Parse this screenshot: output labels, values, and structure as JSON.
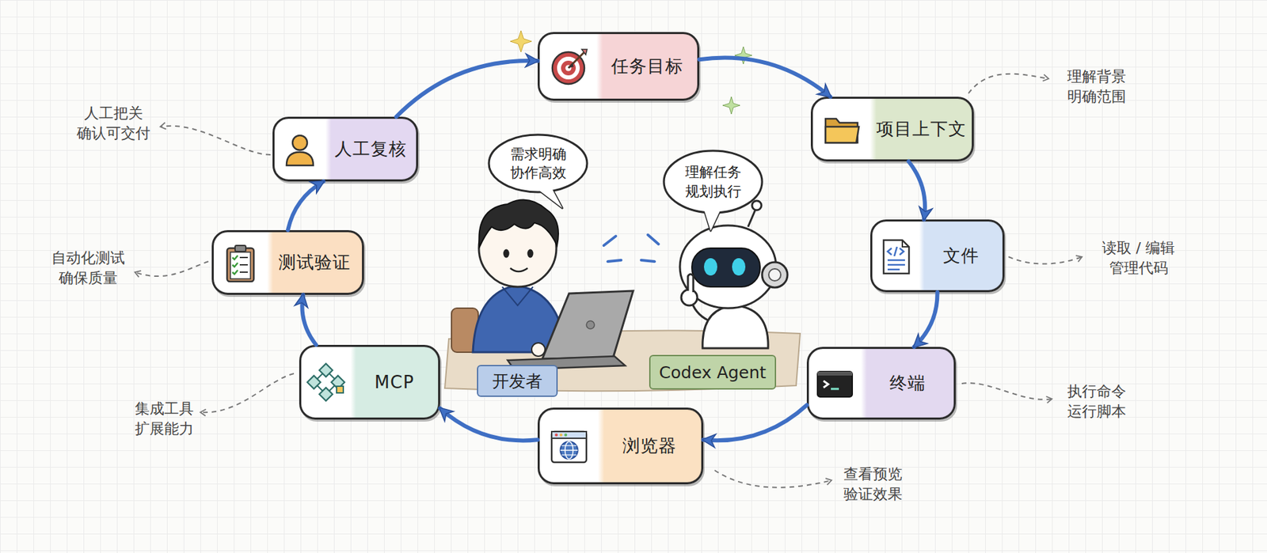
{
  "diagram": {
    "nodes": [
      {
        "text": [
          "任务目标"
        ]
      },
      {
        "text": [
          "项目上下文"
        ]
      },
      {
        "text": [
          "文件"
        ]
      },
      {
        "text": [
          "终端"
        ]
      },
      {
        "text": [
          "浏览器"
        ]
      },
      {
        "text": [
          "MCP"
        ]
      },
      {
        "text": [
          "测试验证"
        ]
      },
      {
        "text": [
          "人工复核"
        ]
      },
      {
        "text": [
          "需求明确 协作高效"
        ]
      },
      {
        "text": [
          "理解任务 规划执行"
        ]
      },
      {
        "text": [
          "开发者"
        ]
      },
      {
        "text": [
          "Codex Agent"
        ]
      }
    ],
    "edges": [
      {
        "from": 0,
        "to": 1,
        "arrow": "to"
      },
      {
        "from": 1,
        "to": 2,
        "arrow": "to"
      },
      {
        "from": 2,
        "to": 3,
        "arrow": "to"
      },
      {
        "from": 3,
        "to": 4,
        "arrow": "to"
      },
      {
        "from": 4,
        "to": 5,
        "arrow": "to"
      },
      {
        "from": 5,
        "to": 6,
        "arrow": "to"
      },
      {
        "from": 6,
        "to": 7,
        "arrow": "to"
      },
      {
        "from": 7,
        "to": 0,
        "arrow": "to"
      }
    ],
    "labels": [
      "理解背景 明确范围",
      "读取 / 编辑 管理代码",
      "执行命令 运行脚本",
      "查看预览 验证效果",
      "集成工具 扩展能力",
      "自动化测试 确保质量",
      "人工把关 确认可交付"
    ]
  }
}
